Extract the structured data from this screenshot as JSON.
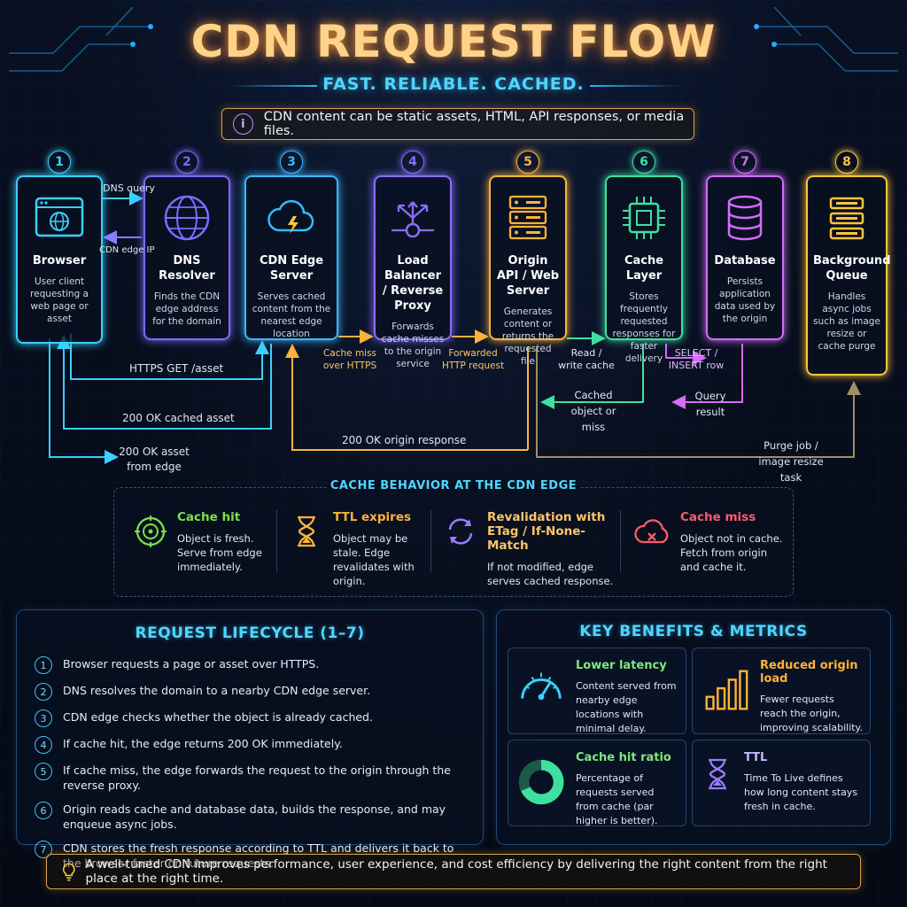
{
  "header": {
    "title": "CDN REQUEST FLOW",
    "subtitle": "FAST. RELIABLE. CACHED."
  },
  "note": {
    "icon": "info-icon",
    "text": "CDN content can be static assets, HTML, API responses, or media files."
  },
  "colors": {
    "browser": "#3ad0ff",
    "dns": "#7b6cff",
    "edge": "#3ab8ff",
    "lb": "#8a6cff",
    "origin": "#ffb23a",
    "cache": "#3ee0a0",
    "db": "#d56bff",
    "queue": "#ffc53a"
  },
  "nodes": [
    {
      "num": "1",
      "title": "Browser",
      "desc": "User client requesting a web page or asset",
      "icon": "browser-globe-icon"
    },
    {
      "num": "2",
      "title": "DNS Resolver",
      "desc": "Finds the CDN edge address for the domain",
      "icon": "globe-icon"
    },
    {
      "num": "3",
      "title": "CDN Edge Server",
      "desc": "Serves cached content from the nearest edge location",
      "icon": "cloud-lightning-icon"
    },
    {
      "num": "4",
      "title": "Load Balancer / Reverse Proxy",
      "desc": "Forwards cache misses to the origin service",
      "icon": "load-balancer-icon"
    },
    {
      "num": "5",
      "title": "Origin API / Web Server",
      "desc": "Generates content or returns the requested file",
      "icon": "server-icon"
    },
    {
      "num": "6",
      "title": "Cache Layer",
      "desc": "Stores frequently requested responses for faster delivery",
      "icon": "chip-icon"
    },
    {
      "num": "7",
      "title": "Database",
      "desc": "Persists application data used by the origin",
      "icon": "database-icon"
    },
    {
      "num": "8",
      "title": "Background Queue",
      "desc": "Handles async jobs such as image resize or cache purge",
      "icon": "queue-icon"
    }
  ],
  "edges": {
    "dns_query": "DNS query",
    "edge_ip": "CDN edge IP",
    "https_get": "HTTPS GET /asset",
    "ok_cached": "200 OK cached asset",
    "ok_edge": "200 OK asset from edge",
    "cache_miss": "Cache miss over HTTPS",
    "forwarded": "Forwarded HTTP request",
    "read_write": "Read / write cache",
    "select": "SELECT / INSERT row",
    "cached_obj": "Cached object or miss",
    "query_result": "Query result",
    "origin_resp": "200 OK origin response",
    "purge": "Purge job / image resize task"
  },
  "cache_behavior": {
    "title": "CACHE BEHAVIOR AT THE CDN EDGE",
    "items": [
      {
        "title": "Cache hit",
        "desc": "Object is fresh. Serve from edge immediately.",
        "icon": "target-icon"
      },
      {
        "title": "TTL expires",
        "desc": "Object may be stale. Edge revalidates with origin.",
        "icon": "hourglass-icon"
      },
      {
        "title": "Revalidation with ETag / If-None-Match",
        "desc": "If not modified, edge serves cached response.",
        "icon": "refresh-icon"
      },
      {
        "title": "Cache miss",
        "desc": "Object not in cache. Fetch from origin and cache it.",
        "icon": "cloud-x-icon"
      }
    ]
  },
  "lifecycle": {
    "title": "REQUEST LIFECYCLE (1–7)",
    "steps": [
      {
        "n": "1",
        "text": "Browser requests a page or asset over HTTPS."
      },
      {
        "n": "2",
        "text": "DNS resolves the domain to a nearby CDN edge server."
      },
      {
        "n": "3",
        "text": "CDN edge checks whether the object is already cached."
      },
      {
        "n": "4",
        "text": "If cache hit, the edge returns 200 OK immediately."
      },
      {
        "n": "5",
        "text": "If cache miss, the edge forwards the request to the origin through the reverse proxy."
      },
      {
        "n": "6",
        "text": "Origin reads cache and database data, builds the response, and may enqueue async jobs."
      },
      {
        "n": "7",
        "text": "CDN stores the fresh response according to TTL and delivers it back to the browser faster on future requests."
      }
    ]
  },
  "benefits": {
    "title": "KEY BENEFITS & METRICS",
    "items": [
      {
        "title": "Lower latency",
        "desc": "Content served from nearby edge locations with minimal delay.",
        "icon": "gauge-icon"
      },
      {
        "title": "Reduced origin load",
        "desc": "Fewer requests reach the origin, improving scalability.",
        "icon": "bar-chart-icon"
      },
      {
        "title": "Cache hit ratio",
        "desc": "Percentage of requests served from cache (par higher is better).",
        "icon": "donut-icon"
      },
      {
        "title": "TTL",
        "desc": "Time To Live defines how long content stays fresh in cache.",
        "icon": "hourglass-icon"
      }
    ]
  },
  "footer": {
    "icon": "lightbulb-icon",
    "text": "A well-tuned CDN improves performance, user experience, and cost efficiency by delivering the right content from the right place at the right time."
  }
}
